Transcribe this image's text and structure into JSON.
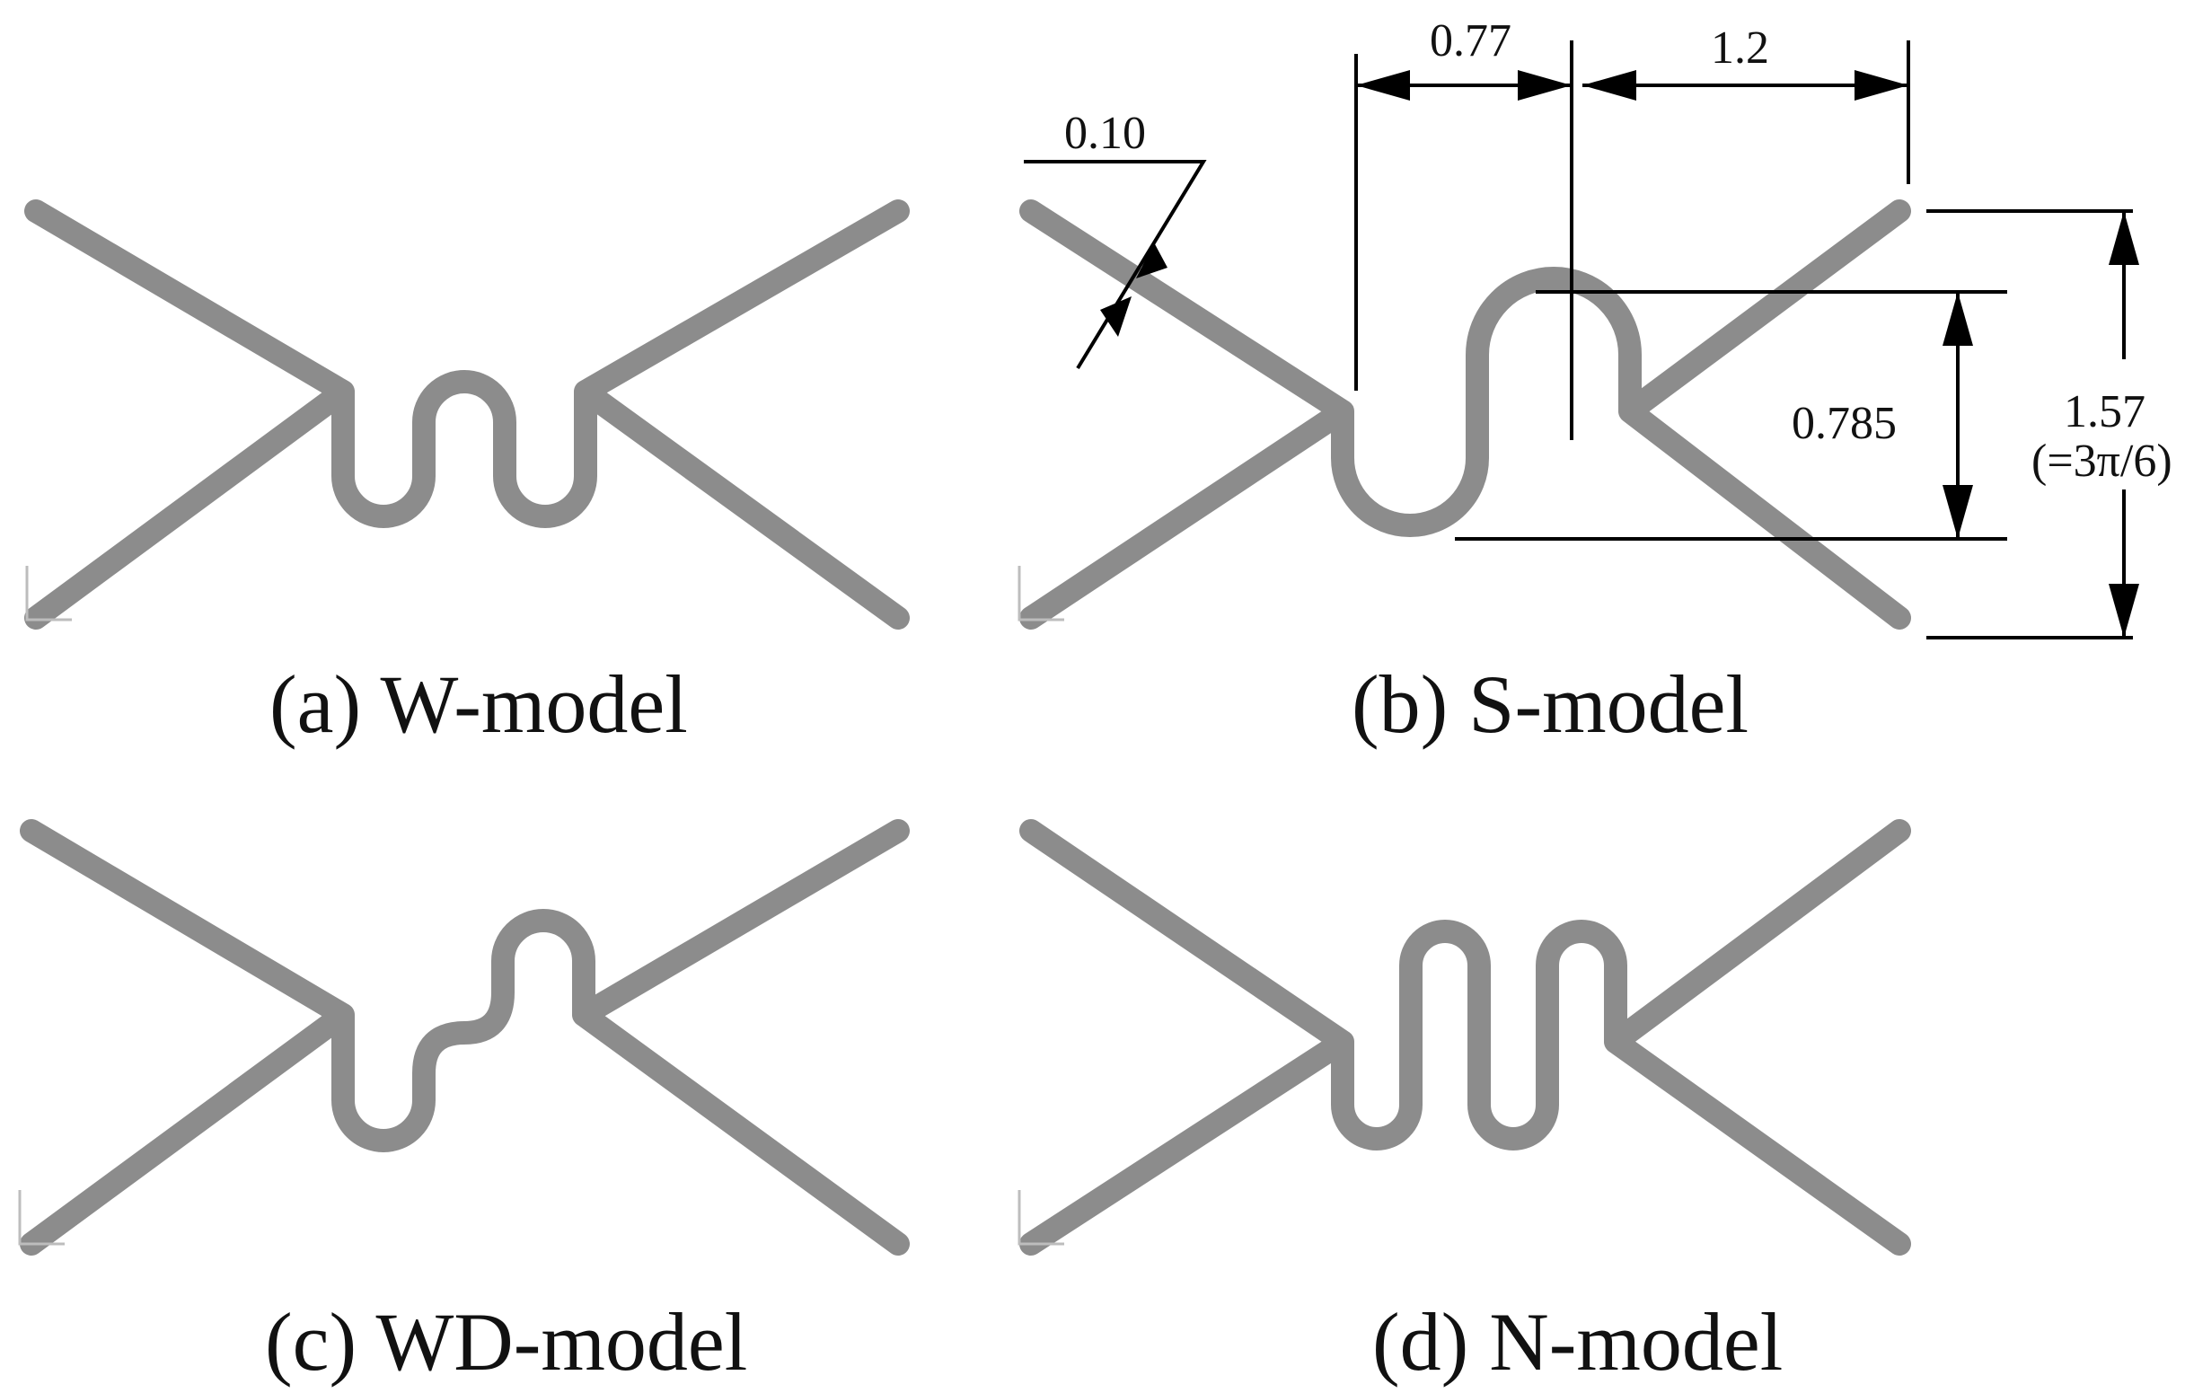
{
  "captions": {
    "a": "(a) W-model",
    "b": "(b) S-model",
    "c": "(c) WD-model",
    "d": "(d) N-model"
  },
  "dimensions": {
    "thickness": "0.10",
    "width_inner": "0.77",
    "width_outer": "1.2",
    "height_inner": "0.785",
    "height_outer": "1.57",
    "height_outer_note": "(=3π/6)"
  },
  "colors": {
    "shape": "#8c8c8c",
    "dimension_lines": "#000000"
  }
}
